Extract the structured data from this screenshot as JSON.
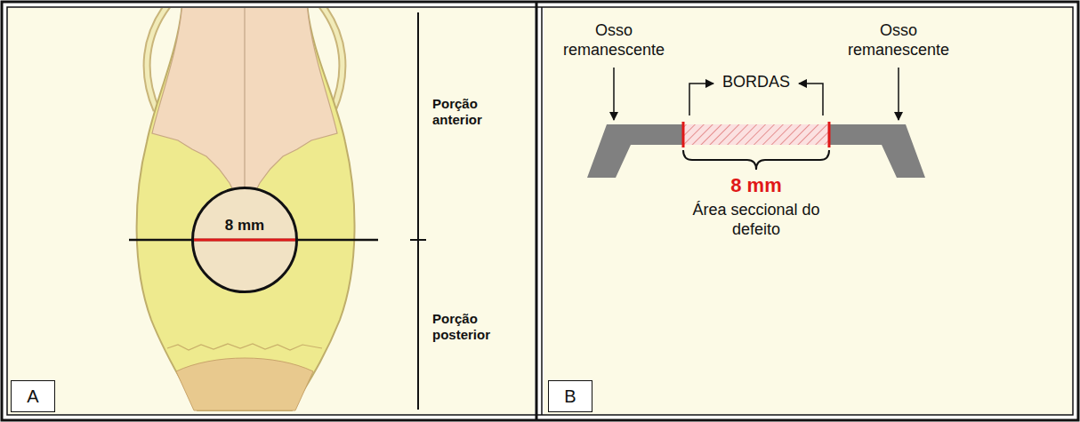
{
  "diagram": {
    "nodes": [
      {
        "text": [
          "8 mm"
        ]
      },
      {
        "text": [
          "A"
        ]
      },
      {
        "text": [
          "B"
        ]
      }
    ],
    "labels": [
      "Porção anterior",
      "Porção posterior",
      "Osso remanescente",
      "Osso remanescente",
      "BORDAS",
      "8 mm",
      "Área seccional do defeito"
    ]
  }
}
